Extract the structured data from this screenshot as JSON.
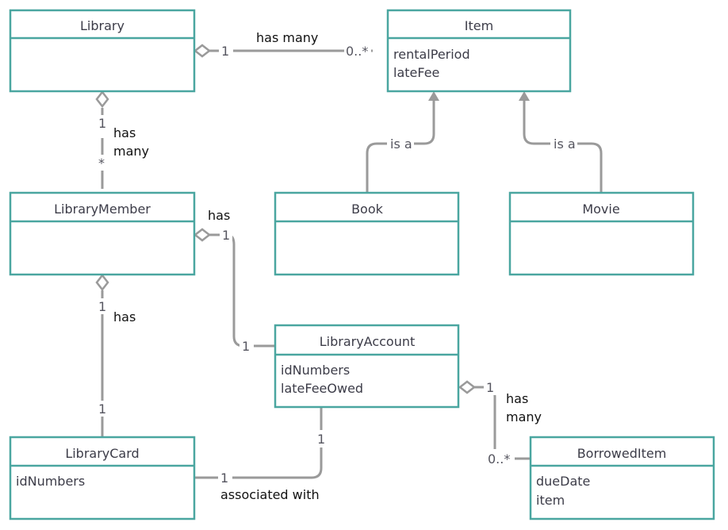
{
  "classes": {
    "library": {
      "name": "Library",
      "attributes": []
    },
    "item": {
      "name": "Item",
      "attributes": [
        "rentalPeriod",
        "lateFee"
      ]
    },
    "library_member": {
      "name": "LibraryMember",
      "attributes": []
    },
    "book": {
      "name": "Book",
      "attributes": []
    },
    "movie": {
      "name": "Movie",
      "attributes": []
    },
    "library_account": {
      "name": "LibraryAccount",
      "attributes": [
        "idNumbers",
        "lateFeeOwed"
      ]
    },
    "library_card": {
      "name": "LibraryCard",
      "attributes": [
        "idNumbers"
      ]
    },
    "borrowed_item": {
      "name": "BorrowedItem",
      "attributes": [
        "dueDate",
        "item"
      ]
    }
  },
  "associations": {
    "library_item": {
      "label": "has many",
      "source_mult": "1",
      "target_mult": "0..*"
    },
    "library_member": {
      "label_line1": "has",
      "label_line2": "many",
      "source_mult": "1",
      "target_mult": "*"
    },
    "member_account": {
      "label": "has",
      "source_mult": "1",
      "target_mult": "1"
    },
    "member_card": {
      "label": "has",
      "source_mult": "1",
      "target_mult": "1"
    },
    "account_borrowed": {
      "label_line1": "has",
      "label_line2": "many",
      "source_mult": "1",
      "target_mult": "0..*"
    },
    "card_account": {
      "label": "associated with",
      "source_mult": "1",
      "target_mult": "1"
    }
  },
  "generalizations": {
    "book_item": {
      "label": "is a"
    },
    "movie_item": {
      "label": "is a"
    }
  }
}
